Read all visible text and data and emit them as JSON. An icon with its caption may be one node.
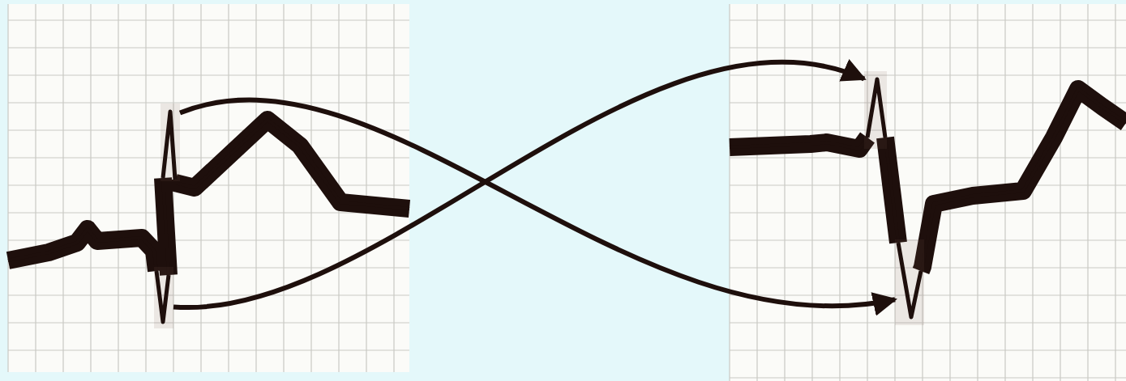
{
  "diagram": {
    "nodes": [
      {
        "text": [],
        "shape": "picture"
      },
      {
        "text": [],
        "shape": "picture",
        "in": 0
      },
      {
        "text": [],
        "shape": "picture",
        "in": 0
      },
      {
        "text": [],
        "shape": "picture"
      },
      {
        "text": [],
        "shape": "picture",
        "in": 3
      },
      {
        "text": [],
        "shape": "picture",
        "in": 3
      }
    ],
    "edges": [
      {
        "from": 1,
        "to": 5,
        "arrow": "to"
      },
      {
        "from": 2,
        "to": 4,
        "arrow": "to"
      }
    ]
  }
}
